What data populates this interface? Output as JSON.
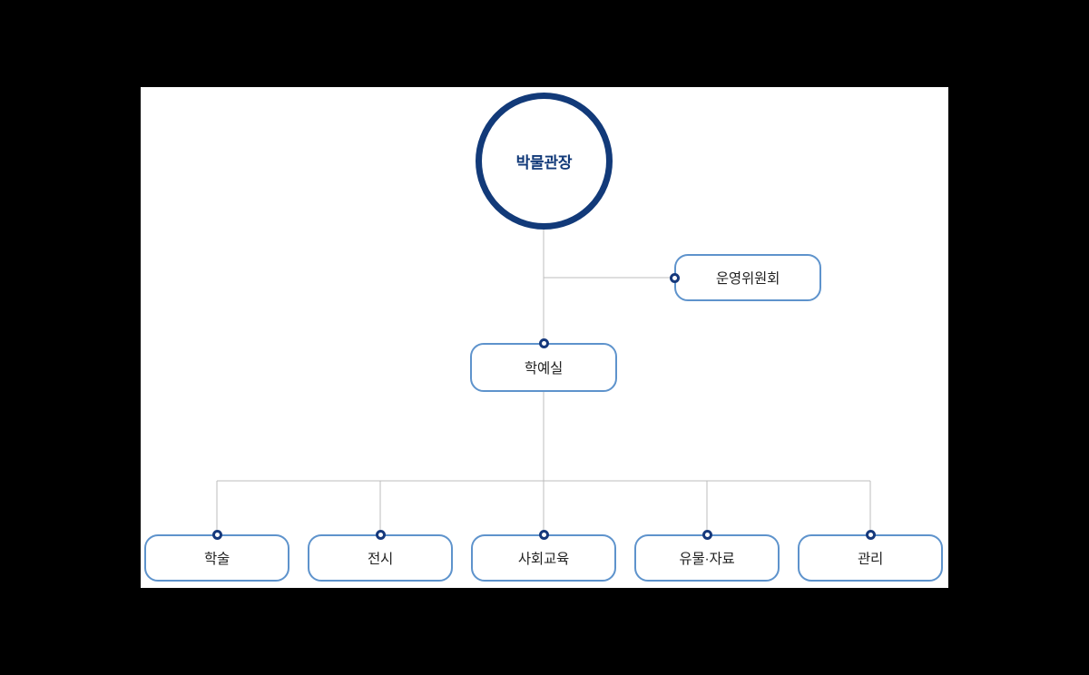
{
  "diagram": {
    "title_text": "박물관장",
    "background_color": "#000000",
    "canvas_color": "#ffffff",
    "root_stroke_color": "#123a79",
    "box_stroke_color": "#5e93cc",
    "connector_color": "#bcbcbc",
    "connector_dot_color": "#16397c",
    "label_color": "#222222"
  },
  "nodes": {
    "root": {
      "label": "박물관장",
      "shape": "circle"
    },
    "committee": {
      "label": "운영위원회",
      "shape": "rounded-rect"
    },
    "department": {
      "label": "학예실",
      "shape": "rounded-rect"
    },
    "teams": [
      {
        "label": "학술",
        "shape": "rounded-rect"
      },
      {
        "label": "전시",
        "shape": "rounded-rect"
      },
      {
        "label": "사회교육",
        "shape": "rounded-rect"
      },
      {
        "label": "유물·자료",
        "shape": "rounded-rect"
      },
      {
        "label": "관리",
        "shape": "rounded-rect"
      }
    ]
  }
}
